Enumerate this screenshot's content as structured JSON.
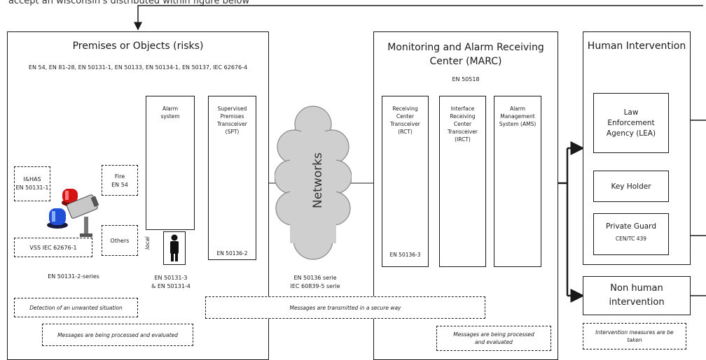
{
  "top_caption": "accept an  wisconsin's distributed within figure below",
  "premises": {
    "title": "Premises or Objects (risks)",
    "standards": "EN 54, EN 81-28, EN 50131-1, EN 50133, EN 50134-1, EN 50137, IEC 62676-4",
    "alarm_system": "Alarm\nsystem",
    "spt": "Supervised\nPremises\nTransceiver\n(SPT)",
    "spt_std": "EN 50136-2",
    "ihas": "I&HAS\nEN 50131-1",
    "fire": "Fire\nEN 54",
    "others": "Others",
    "vss": "VSS IEC 62676-1",
    "series": "EN 50131-2-series",
    "local": "local",
    "alarm_std": "EN 50131-3\n& EN 50131-4",
    "note_detection": "Detection of an unwanted situation",
    "note_processed": "Messages are being processed and evaluated"
  },
  "network": {
    "label": "Networks",
    "std": "EN 50136 serie\nIEC 60839-5 serie",
    "note_secure": "Messages are transmitted in a secure way"
  },
  "marc": {
    "title": "Monitoring and Alarm Receiving\nCenter (MARC)",
    "std": "EN 50518",
    "rct": "Receiving\nCenter\nTransceiver\n(RCT)",
    "rct_std": "EN 50136-3",
    "irct": "Interface\nReceiving\nCenter\nTransceiver\n(IRCT)",
    "ams": "Alarm\nManagement\nSystem (AMS)",
    "note_processed": "Messages are being processed\nand evaluated"
  },
  "human": {
    "title": "Human Intervention",
    "lea": "Law\nEnforcement\nAgency (LEA)",
    "key_holder": "Key Holder",
    "private_guard": "Private Guard",
    "pg_std": "CEN/TC 439",
    "non_human": "Non human\nintervention",
    "note_measures": "Intervention measures are be\ntaken"
  }
}
